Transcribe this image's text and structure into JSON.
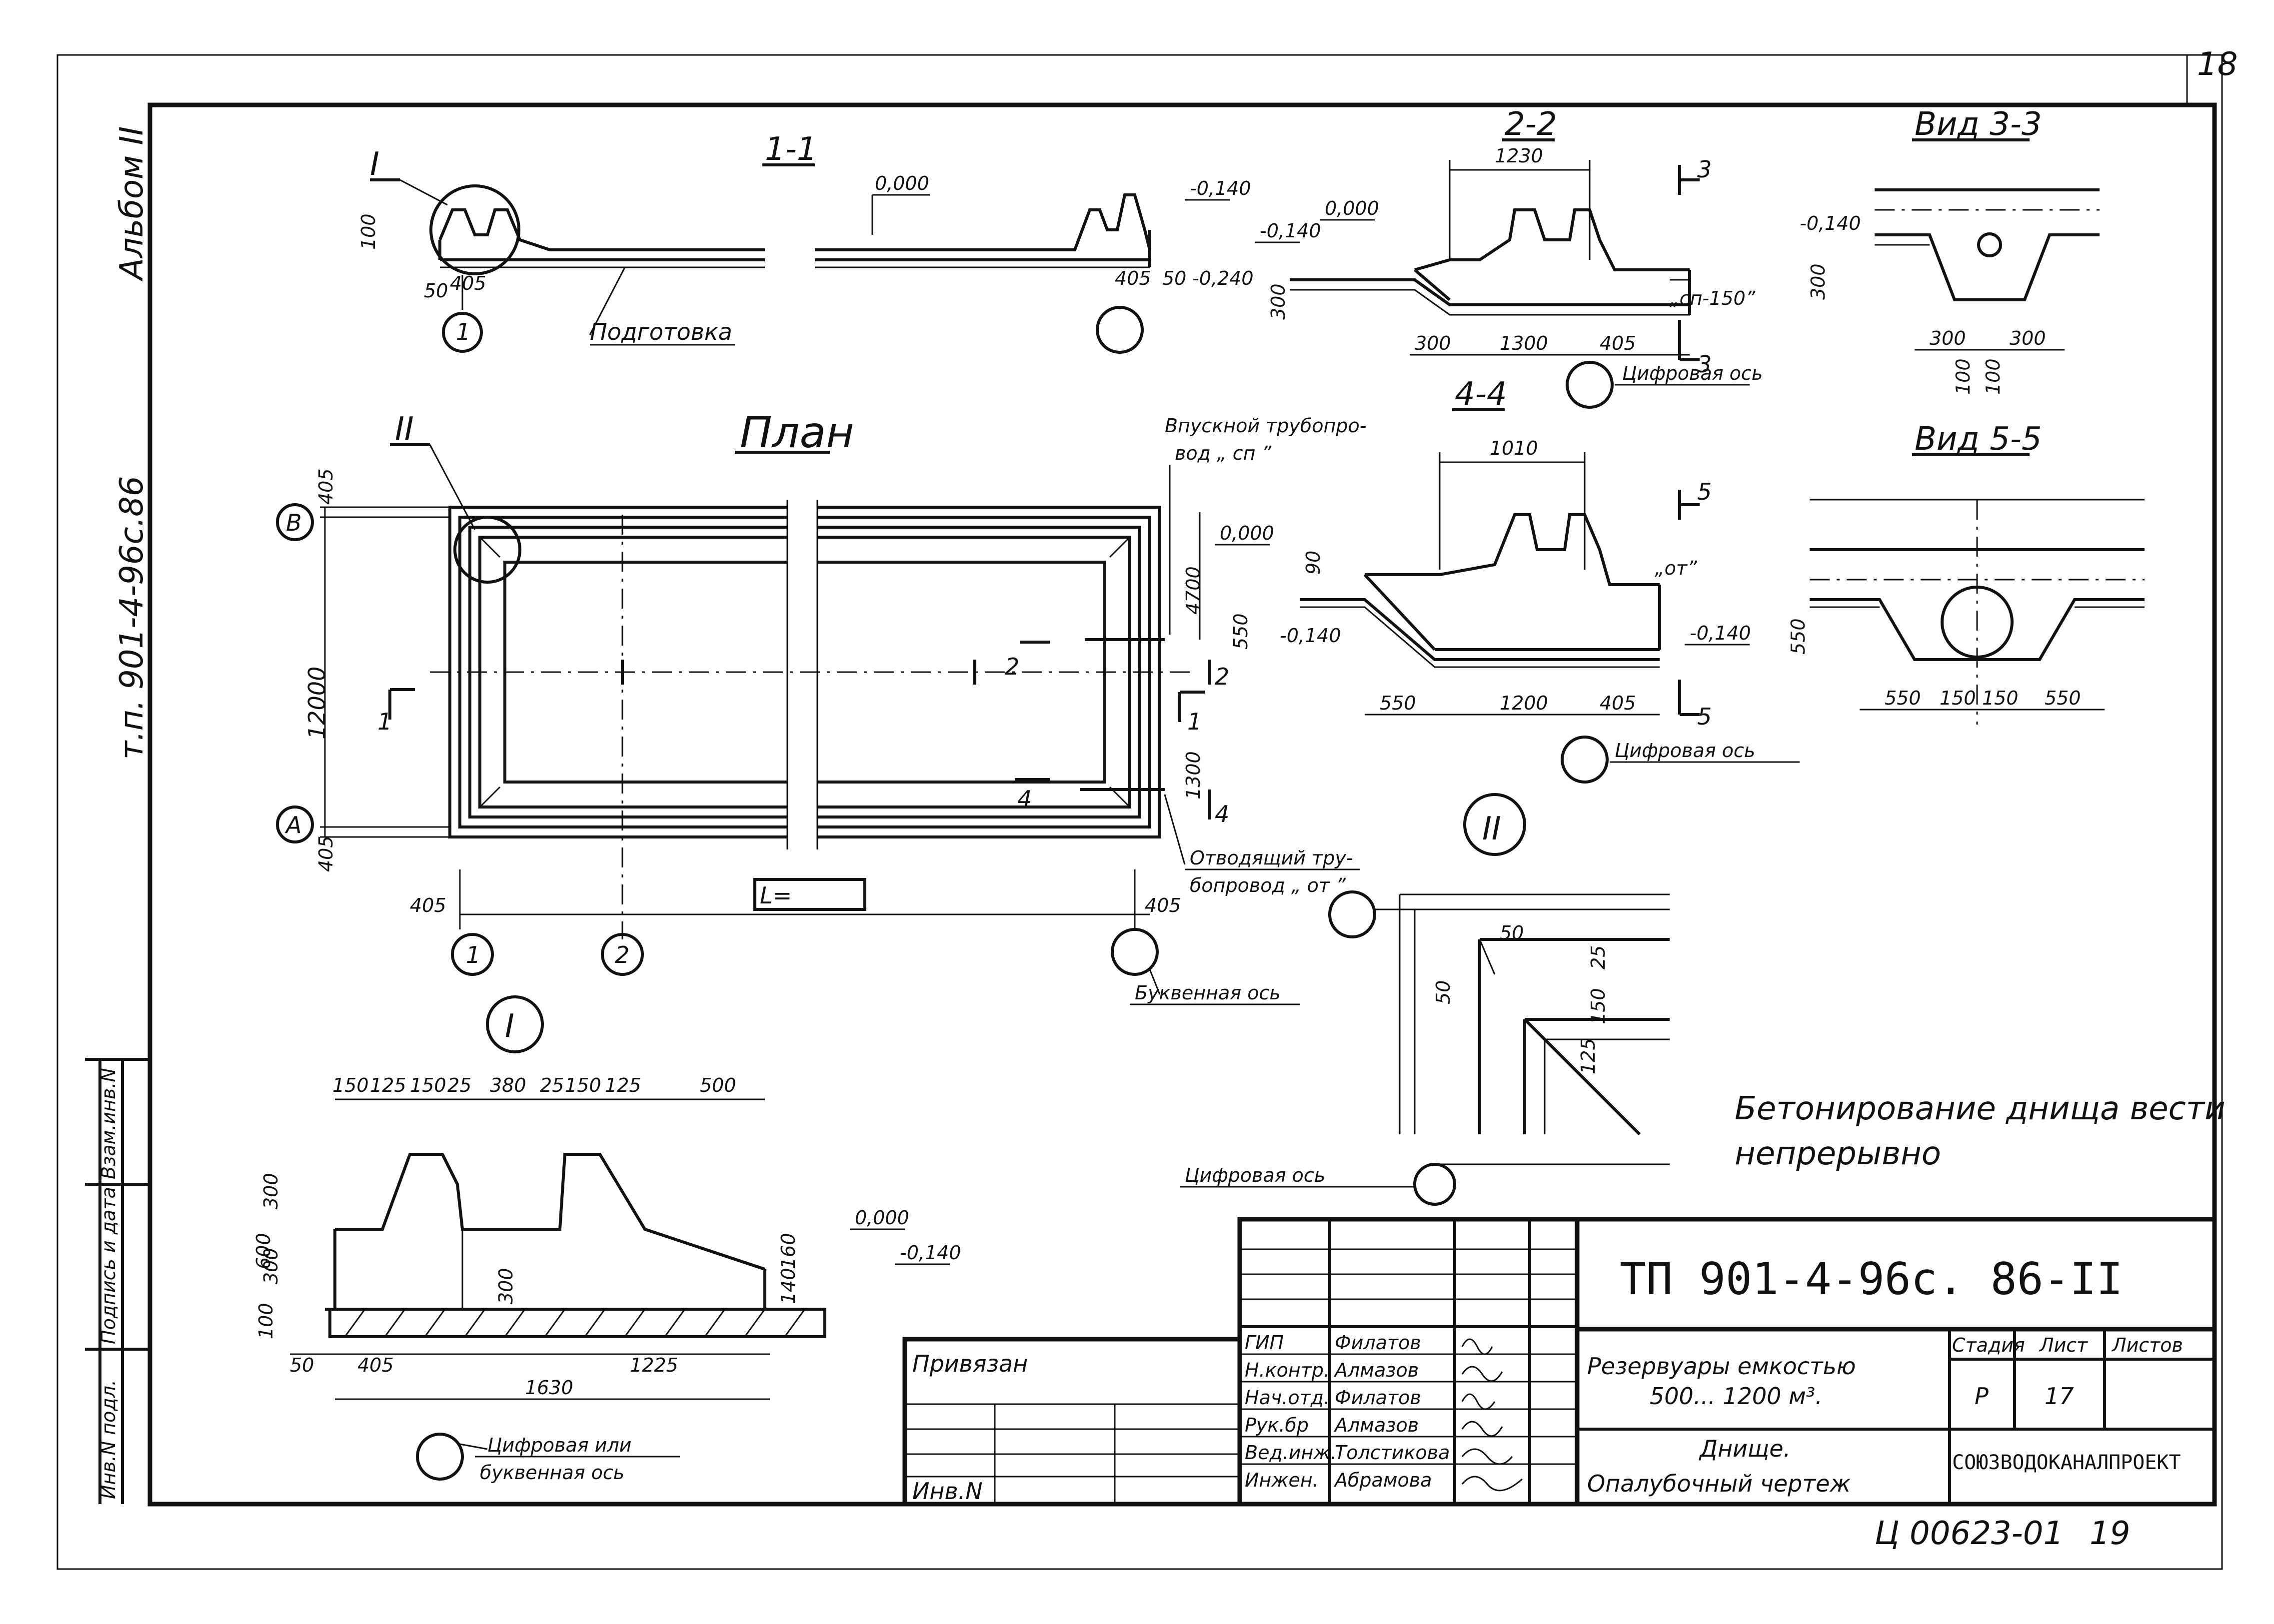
{
  "sheet_no": "18",
  "album_label": "Альбом II",
  "project_code_side": "т.п. 901-4-96с.86",
  "side_stamp_cells": [
    "Инв.N подл.",
    "Подпись и дата",
    "Взам.инв.N"
  ],
  "sections": {
    "s11": "1-1",
    "s22": "2-2",
    "v33": "Вид 3-3",
    "s44": "4-4",
    "v55": "Вид 5-5",
    "plan": "План",
    "rom1": "I",
    "rom2": "II"
  },
  "notes": {
    "podgotovka": "Подготовка",
    "digit_axis": "Цифровая ось",
    "digit_axis_2": "Цифровая ось",
    "digit_axis_3": "Цифровая ось",
    "digit_axis_4": "Цифровая ось",
    "letter_axis": "Буквенная ось",
    "digit_or_letter_1": "Цифровая или",
    "digit_or_letter_2": "буквенная ось",
    "inlet_1": "Впускной трубопро-",
    "inlet_2": "вод „ сп ”",
    "outlet_1": "Отводящий тру-",
    "outlet_2": "бопровод „ от ”",
    "sp150": "„сп-150”",
    "ot": "„от”",
    "concrete_1": "Бетонирование днища вести",
    "concrete_2": "непрерывно",
    "L_box": "L="
  },
  "dims": {
    "d100": "100",
    "d50": "50",
    "d405": "405",
    "d000": "0,000",
    "dm140": "-0,140",
    "dm240": "-0,240",
    "d1230": "1230",
    "d300": "300",
    "d1300": "1300",
    "d3": "3",
    "d1010": "1010",
    "d5": "5",
    "d90": "90",
    "d550": "550",
    "d1200": "1200",
    "d150": "150",
    "d4700": "4700",
    "d12000": "12000",
    "d2": "2",
    "d1": "1",
    "d4": "4",
    "d125": "125",
    "d25": "25",
    "d380": "380",
    "d500": "500",
    "d600": "600",
    "d160": "160",
    "d140": "140",
    "d1225": "1225",
    "d1630": "1630"
  },
  "axes": {
    "ax1": "1",
    "ax2": "2",
    "axA": "А",
    "axB": "В"
  },
  "title_block": {
    "code": "ТП 901-4-96с. 86-II",
    "privyazan": "Привязан",
    "inv": "Инв.N",
    "roles": [
      "ГИП",
      "Н.контр.",
      "Нач.отд.",
      "Рук.бр",
      "Вед.инж.",
      "Инжен."
    ],
    "names": [
      "Филатов",
      "Алмазов",
      "Филатов",
      "Алмазов",
      "Толстикова",
      "Абрамова"
    ],
    "title_1": "Резервуары емкостью",
    "title_2": "500... 1200 м³.",
    "doc_1": "Днище.",
    "doc_2": "Опалубочный чертеж",
    "stage_h": "Стадия",
    "sheet_h": "Лист",
    "sheets_h": "Листов",
    "stage": "Р",
    "sheet": "17",
    "org": "СОЮЗВОДОКАНАЛПРОЕКТ"
  },
  "footer": {
    "inv_no": "Ц 00623-01",
    "page": "19"
  }
}
